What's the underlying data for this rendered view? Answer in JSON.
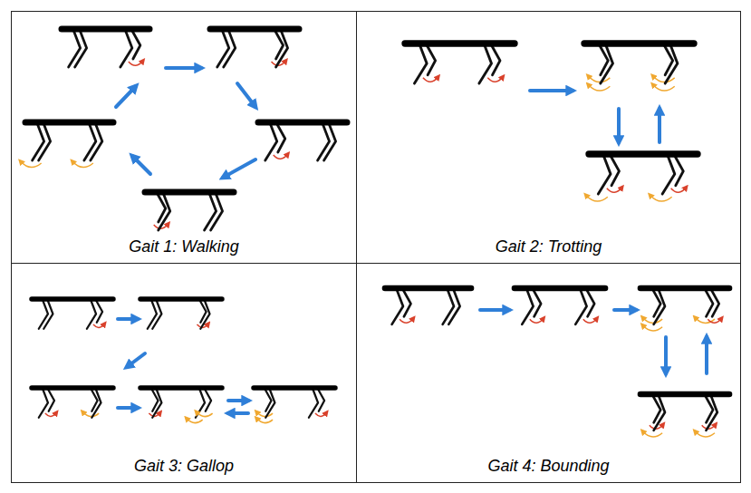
{
  "diagram": {
    "nodes": [
      {
        "text": [
          "Gait 1: Walking"
        ]
      },
      {
        "text": [
          "Gait 2: Trotting"
        ]
      },
      {
        "text": [
          "Gait 3: Gallop"
        ]
      },
      {
        "text": [
          "Gait 4: Bounding"
        ]
      }
    ]
  }
}
